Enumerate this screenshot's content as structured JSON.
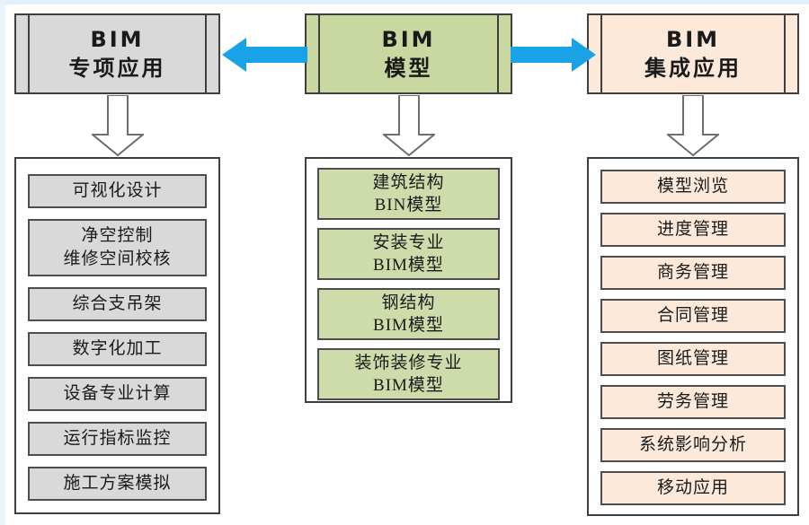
{
  "columns": [
    {
      "header": "BIM\n专项应用",
      "items": [
        "可视化设计",
        "净空控制\n维修空间校核",
        "综合支吊架",
        "数字化加工",
        "设备专业计算",
        "运行指标监控",
        "施工方案模拟"
      ],
      "colors": {
        "fill": "#d9d9d9",
        "border": "#3f3f3f"
      }
    },
    {
      "header": "BIM\n模型",
      "items": [
        "建筑结构\nBIN模型",
        "安装专业\nBIM模型",
        "钢结构\nBIM模型",
        "装饰装修专业\nBIM模型"
      ],
      "colors": {
        "fill": "#c9d8a1",
        "item_fill": "#cddcaa",
        "border": "#3f3f3f"
      }
    },
    {
      "header": "BIM\n集成应用",
      "items": [
        "模型浏览",
        "进度管理",
        "商务管理",
        "合同管理",
        "图纸管理",
        "劳务管理",
        "系统影响分析",
        "移动应用"
      ],
      "colors": {
        "fill": "#fce9d9",
        "border": "#3f3f3f"
      }
    }
  ],
  "connectors": {
    "horizontal_arrow_color": "#19a3e6",
    "down_arrow_fill": "#ffffff",
    "down_arrow_outline": "#6e6e6e"
  }
}
